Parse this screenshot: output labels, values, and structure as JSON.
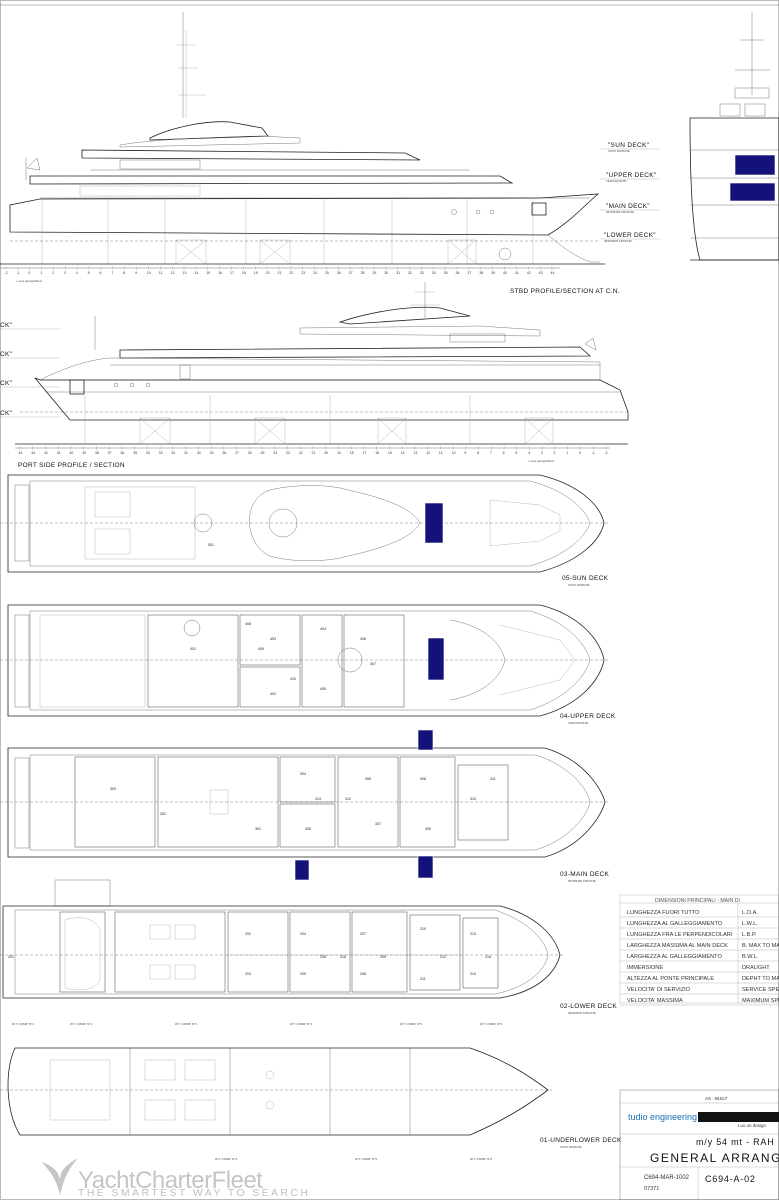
{
  "profiles": {
    "stbd": {
      "title": "STBD PROFILE/SECTION AT C.N.",
      "deck_labels": [
        {
          "name": "\"SUN DECK\"",
          "sub": "XXXX FROM BL"
        },
        {
          "name": "\"UPPER DECK\"",
          "sub": "7400 FROM BL"
        },
        {
          "name": "\"MAIN DECK\"",
          "sub": "5375/5450 FROM BL"
        },
        {
          "name": "\"LOWER DECK\"",
          "sub": "2840/2875 FROM BL"
        }
      ],
      "frame_start": -2,
      "frame_end": 44
    },
    "port": {
      "title": "PORT SIDE PROFILE / SECTION",
      "deck_labels": [
        "CK\"",
        "CK\"",
        "CK\"",
        "CK\""
      ]
    }
  },
  "decks": [
    {
      "id": "sun",
      "title": "05-SUN DECK",
      "sub": "XXXX FROM BL"
    },
    {
      "id": "upper",
      "title": "04-UPPER DECK",
      "sub": "7400 FROM BL"
    },
    {
      "id": "main",
      "title": "03-MAIN DECK",
      "sub": "5375/5450 FROM BL"
    },
    {
      "id": "lower",
      "title": "02-LOWER DECK",
      "sub": "2840/2875 FROM BL"
    },
    {
      "id": "underlower",
      "title": "01-UNDERLOWER DECK",
      "sub": "XXXX FROM BL"
    }
  ],
  "room_numbers": {
    "sun": [
      "501"
    ],
    "upper": [
      "401",
      "402",
      "403",
      "404",
      "405",
      "406",
      "407",
      "408",
      "409",
      "410"
    ],
    "main": [
      "301",
      "302",
      "303",
      "304",
      "305",
      "306",
      "307",
      "308",
      "309",
      "310",
      "311",
      "312",
      "313"
    ],
    "lower": [
      "201",
      "202",
      "203",
      "204",
      "205",
      "206",
      "207",
      "208",
      "209",
      "210",
      "211",
      "212",
      "213",
      "214",
      "215",
      "216"
    ]
  },
  "compartments": [
    "W.T. COMP. N°1",
    "W.T. COMP. N°2",
    "W.T. COMP. N°3",
    "W.T. COMP. N°4",
    "W.T. COMP. N°5",
    "W.T. COMP. N°6"
  ],
  "dimensions_table": {
    "header": "DIMENSIONI PRINCIPALI - MAIN DI",
    "rows": [
      {
        "it": "LUNGHEZZA FUORI TUTTO",
        "en": "L.O.A."
      },
      {
        "it": "LUNGHEZZA AL GALLEGGIAMENTO",
        "en": "L.W.L."
      },
      {
        "it": "LUNGHEZZA FRA LE PERPENDICOLARI",
        "en": "L.B.P."
      },
      {
        "it": "LARGHEZZA MASSIMA AL MAIN DECK",
        "en": "B. MAX TO MA"
      },
      {
        "it": "LARGHEZZA AL GALLEGGIAMENTO",
        "en": "B.W.L."
      },
      {
        "it": "IMMERSIONE",
        "en": "DRAUGHT"
      },
      {
        "it": "ALTEZZA AL PONTE PRINCIPALE",
        "en": "DEPHT TO MA"
      },
      {
        "it": "VELOCITA' DI SERVIZIO",
        "en": "SERVICE SPEE"
      },
      {
        "it": "VELOCITA' MASSIMA",
        "en": "MAXIMUM SPEE"
      }
    ]
  },
  "title_block": {
    "as_built": "AS - BUILT",
    "engineering": "tudio engineering",
    "designer": "Lux on design",
    "vessel": "m/y 54 mt - RAH",
    "drawing": "GENERAL ARRANGE",
    "code_left": "C694-MAR-1002",
    "code_right": "C694-A-02",
    "number": "07371"
  },
  "watermark": {
    "logo": "YachtCharterFleet",
    "tagline": "THE SMARTEST WAY TO SEARCH"
  }
}
